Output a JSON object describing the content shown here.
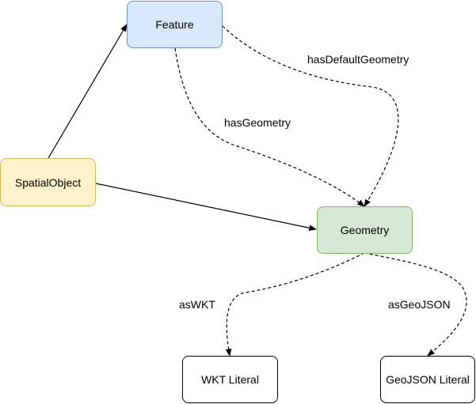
{
  "nodes": {
    "feature": {
      "label": "Feature",
      "fill": "#dae8fc",
      "stroke": "#6c8ebf"
    },
    "spatial_object": {
      "label": "SpatialObject",
      "fill": "#fff2cc",
      "stroke": "#d6b656"
    },
    "geometry": {
      "label": "Geometry",
      "fill": "#d5e8d4",
      "stroke": "#82b366"
    },
    "wkt_literal": {
      "label": "WKT Literal",
      "fill": "#ffffff",
      "stroke": "#000000"
    },
    "geojson_literal": {
      "label": "GeoJSON Literal",
      "fill": "#ffffff",
      "stroke": "#000000"
    }
  },
  "edges": {
    "has_default_geometry": {
      "label": "hasDefaultGeometry",
      "style": "dashed"
    },
    "has_geometry": {
      "label": "hasGeometry",
      "style": "dashed"
    },
    "as_wkt": {
      "label": "asWKT",
      "style": "dashed"
    },
    "as_geojson": {
      "label": "asGeoJSON",
      "style": "dashed"
    },
    "spatial_to_feature": {
      "label": "",
      "style": "solid"
    },
    "spatial_to_geometry": {
      "label": "",
      "style": "solid"
    }
  }
}
